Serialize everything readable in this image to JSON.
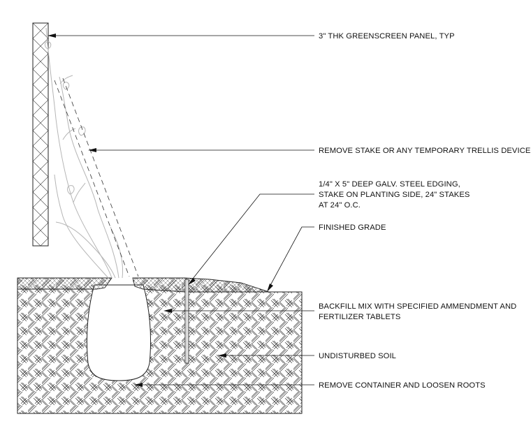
{
  "notes": {
    "panel": "3\" THK GREENSCREEN PANEL, TYP",
    "stake": "REMOVE STAKE OR ANY TEMPORARY TRELLIS DEVICE.",
    "edging": [
      "1/4\" X 5\" DEEP GALV. STEEL EDGING,",
      "STAKE ON PLANTING SIDE, 24\" STAKES",
      "AT 24\" O.C."
    ],
    "grade": "FINISHED GRADE",
    "backfill": [
      "BACKFILL MIX WITH SPECIFIED AMMENDMENT AND",
      "FERTILIZER TABLETS"
    ],
    "soil": "UNDISTURBED SOIL",
    "roots": "REMOVE CONTAINER AND LOOSEN ROOTS"
  },
  "colors": {
    "linework": "#222222",
    "hatch": "#333333",
    "plant": "#b5b5b5",
    "background": "#ffffff"
  }
}
